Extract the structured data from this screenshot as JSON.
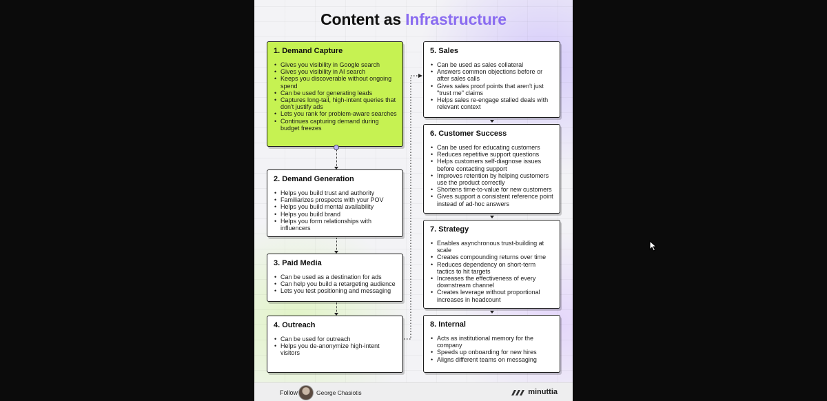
{
  "title": {
    "prefix": "Content as",
    "accent": "Infrastructure"
  },
  "colors": {
    "accent": "#8a6cf0",
    "highlight_card": "#c6f252"
  },
  "left_column": [
    {
      "title": "1. Demand Capture",
      "items": [
        "Gives you visibility in Google search",
        "Gives you visibility in AI search",
        "Keeps you discoverable without ongoing spend",
        "Can be used for generating leads",
        "Captures long-tail, high-intent queries that don't justify ads",
        "Lets you rank for problem-aware searches",
        "Continues capturing demand during budget freezes"
      ]
    },
    {
      "title": "2. Demand Generation",
      "items": [
        "Helps you build trust and authority",
        "Familiarizes prospects with your POV",
        "Helps you build mental availability",
        "Helps you build brand",
        "Helps you form relationships with influencers"
      ]
    },
    {
      "title": "3. Paid Media",
      "items": [
        "Can be used as a destination for ads",
        "Can help you build a retargeting audience",
        "Lets you test positioning and messaging"
      ]
    },
    {
      "title": "4. Outreach",
      "items": [
        "Can be used for outreach",
        "Helps you de-anonymize high-intent visitors"
      ]
    }
  ],
  "right_column": [
    {
      "title": "5.  Sales",
      "items": [
        "Can be used as sales collateral",
        "Answers common objections before or after sales calls",
        "Gives sales proof points that aren't just \"trust me\" claims",
        "Helps sales re-engage stalled deals with relevant context"
      ]
    },
    {
      "title": "6.  Customer Success",
      "items": [
        "Can be used for educating customers",
        "Reduces repetitive support questions",
        "Helps customers self-diagnose issues before contacting support",
        "Improves retention by helping customers use the product correctly",
        "Shortens time-to-value for new customers",
        "Gives support a consistent reference point instead of ad-hoc answers"
      ]
    },
    {
      "title": "7.  Strategy",
      "items": [
        "Enables asynchronous trust-building at scale",
        "Creates compounding returns over time",
        "Reduces dependency on short-term tactics to hit targets",
        "Increases the effectiveness of every downstream channel",
        "Creates leverage without proportional increases in headcount"
      ]
    },
    {
      "title": "8.   Internal",
      "items": [
        "Acts as institutional memory for the company",
        "Speeds up onboarding for new hires",
        "Aligns different teams on messaging"
      ]
    }
  ],
  "footer": {
    "follow_label": "Follow",
    "author": "George Chasiotis",
    "brand": "minuttia"
  }
}
